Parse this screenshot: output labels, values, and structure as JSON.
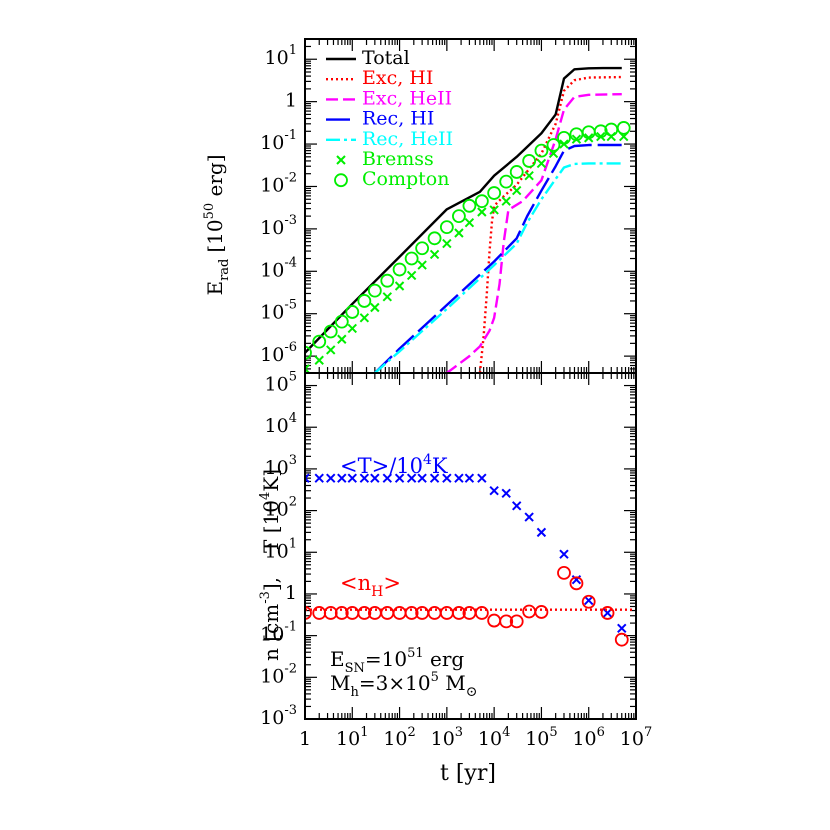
{
  "chart_data": [
    {
      "type": "line",
      "panel": "top",
      "xscale": "log",
      "yscale": "log",
      "xlim": [
        1,
        10000000
      ],
      "ylim": [
        4e-07,
        30
      ],
      "ylabel_main": "E",
      "ylabel_sub": "rad",
      "ylabel_unit": "[10",
      "ylabel_unit_exp": "50",
      "ylabel_unit_tail": " erg]",
      "yticks": [
        {
          "v": 1e-06,
          "base": "10",
          "exp": "-6"
        },
        {
          "v": 1e-05,
          "base": "10",
          "exp": "-5"
        },
        {
          "v": 0.0001,
          "base": "10",
          "exp": "-4"
        },
        {
          "v": 0.001,
          "base": "10",
          "exp": "-3"
        },
        {
          "v": 0.01,
          "base": "10",
          "exp": "-2"
        },
        {
          "v": 0.1,
          "base": "10",
          "exp": "-1"
        },
        {
          "v": 1,
          "base": "1",
          "exp": ""
        },
        {
          "v": 10,
          "base": "10",
          "exp": "1"
        }
      ],
      "series": [
        {
          "name": "Total",
          "kind": "line",
          "color": "#000000",
          "dash": "solid",
          "x": [
            1,
            10,
            100,
            1000,
            5000,
            10000,
            30000,
            100000,
            200000,
            300000,
            500000,
            1000000,
            2000000,
            5000000
          ],
          "y": [
            1.2e-06,
            1.7e-05,
            0.00022,
            0.0029,
            0.0075,
            0.018,
            0.05,
            0.18,
            0.5,
            3.5,
            5.8,
            6.1,
            6.2,
            6.2
          ]
        },
        {
          "name": "Exc, HI",
          "kind": "line",
          "color": "#ff0000",
          "dash": "dot",
          "x": [
            5000,
            6000,
            7000,
            8000,
            9000,
            10000,
            15000,
            30000,
            100000,
            200000,
            300000,
            500000,
            1000000,
            5000000
          ],
          "y": [
            4e-07,
            3e-06,
            3e-05,
            0.0003,
            0.0015,
            0.0035,
            0.0055,
            0.011,
            0.06,
            0.3,
            1.8,
            3.2,
            3.7,
            3.8
          ]
        },
        {
          "name": "Exc, HeII",
          "kind": "line",
          "color": "#ff00ff",
          "dash": "dash",
          "x": [
            1000,
            3000,
            5000,
            8000,
            10000,
            13000,
            16000,
            20000,
            40000,
            100000,
            200000,
            300000,
            500000,
            1000000,
            5000000
          ],
          "y": [
            4e-07,
            1e-06,
            1.7e-06,
            4e-06,
            8e-06,
            5e-05,
            0.0005,
            0.0028,
            0.0045,
            0.014,
            0.13,
            0.65,
            1.3,
            1.45,
            1.5
          ]
        },
        {
          "name": "Rec, HI",
          "kind": "line",
          "color": "#0000ff",
          "dash": "longdash",
          "x": [
            30,
            100,
            1000,
            10000,
            30000,
            50000,
            100000,
            200000,
            300000,
            500000,
            1000000,
            5000000
          ],
          "y": [
            4e-07,
            1.5e-06,
            1.6e-05,
            0.00017,
            0.0006,
            0.002,
            0.008,
            0.03,
            0.07,
            0.09,
            0.095,
            0.095
          ]
        },
        {
          "name": "Rec, HeII",
          "kind": "line",
          "color": "#00ffff",
          "dash": "dashdot",
          "x": [
            30,
            100,
            1000,
            10000,
            30000,
            50000,
            100000,
            200000,
            300000,
            500000,
            1000000,
            5000000
          ],
          "y": [
            4e-07,
            1.3e-06,
            1.3e-05,
            0.00014,
            0.00045,
            0.0014,
            0.005,
            0.015,
            0.028,
            0.034,
            0.035,
            0.035
          ]
        },
        {
          "name": "Bremss",
          "kind": "cross",
          "color": "#00ee00",
          "x": [
            1,
            2,
            3.5,
            6,
            10,
            18,
            30,
            55,
            100,
            180,
            300,
            550,
            1000,
            1800,
            3000,
            5500,
            10000,
            18000,
            30000,
            55000,
            100000,
            180000,
            300000,
            550000,
            1000000,
            1800000,
            3000000,
            5500000
          ],
          "y": [
            5e-07,
            8e-07,
            1.4e-06,
            2.5e-06,
            4.5e-06,
            8e-06,
            1.4e-05,
            2.5e-05,
            4.5e-05,
            8e-05,
            0.00014,
            0.00025,
            0.00045,
            0.0008,
            0.0014,
            0.0025,
            0.0028,
            0.0045,
            0.008,
            0.018,
            0.035,
            0.06,
            0.1,
            0.13,
            0.14,
            0.15,
            0.15,
            0.15
          ]
        },
        {
          "name": "Compton",
          "kind": "circle",
          "color": "#00ee00",
          "x": [
            1,
            2,
            3.5,
            6,
            10,
            18,
            30,
            55,
            100,
            180,
            300,
            550,
            1000,
            1800,
            3000,
            5500,
            10000,
            18000,
            30000,
            55000,
            100000,
            180000,
            300000,
            550000,
            1000000,
            1800000,
            3000000,
            5500000
          ],
          "y": [
            1.2e-06,
            2.2e-06,
            3.8e-06,
            6.5e-06,
            1.1e-05,
            2e-05,
            3.5e-05,
            6e-05,
            0.00011,
            0.0002,
            0.00035,
            0.0006,
            0.0011,
            0.002,
            0.0035,
            0.0045,
            0.007,
            0.013,
            0.022,
            0.04,
            0.07,
            0.095,
            0.14,
            0.17,
            0.19,
            0.2,
            0.22,
            0.24
          ]
        }
      ]
    },
    {
      "type": "scatter",
      "panel": "bottom",
      "xscale": "log",
      "yscale": "log",
      "xlim": [
        1,
        10000000
      ],
      "ylim": [
        0.001,
        200000
      ],
      "xlabel": "t [yr]",
      "ylabel_n": "n [cm",
      "ylabel_n_exp": "-3",
      "ylabel_n_tail": "],",
      "ylabel_T": "T [10",
      "ylabel_T_exp": "4",
      "ylabel_T_tail": "K]",
      "xticks": [
        {
          "v": 1,
          "base": "1",
          "exp": ""
        },
        {
          "v": 10,
          "base": "10",
          "exp": "1"
        },
        {
          "v": 100,
          "base": "10",
          "exp": "2"
        },
        {
          "v": 1000,
          "base": "10",
          "exp": "3"
        },
        {
          "v": 10000,
          "base": "10",
          "exp": "4"
        },
        {
          "v": 100000,
          "base": "10",
          "exp": "5"
        },
        {
          "v": 1000000,
          "base": "10",
          "exp": "6"
        },
        {
          "v": 10000000,
          "base": "10",
          "exp": "7"
        }
      ],
      "yticks": [
        {
          "v": 0.001,
          "base": "10",
          "exp": "-3"
        },
        {
          "v": 0.01,
          "base": "10",
          "exp": "-2"
        },
        {
          "v": 0.1,
          "base": "10",
          "exp": "-1"
        },
        {
          "v": 1,
          "base": "1",
          "exp": ""
        },
        {
          "v": 10,
          "base": "10",
          "exp": "1"
        },
        {
          "v": 100,
          "base": "10",
          "exp": "2"
        },
        {
          "v": 1000,
          "base": "10",
          "exp": "3"
        },
        {
          "v": 10000,
          "base": "10",
          "exp": "4"
        },
        {
          "v": 100000,
          "base": "10",
          "exp": "5"
        }
      ],
      "series": [
        {
          "name": "<T>/10",
          "name_exp": "4",
          "name_tail": "K",
          "kind": "cross",
          "color": "#0000ff",
          "x": [
            1,
            2,
            3.5,
            6,
            10,
            18,
            30,
            55,
            100,
            180,
            300,
            550,
            1000,
            1800,
            3000,
            5500,
            10000,
            18000,
            30000,
            55000,
            100000,
            300000,
            550000,
            1000000,
            2500000,
            5000000
          ],
          "y": [
            600,
            600,
            600,
            600,
            600,
            600,
            600,
            600,
            600,
            600,
            600,
            600,
            600,
            600,
            600,
            600,
            300,
            260,
            130,
            70,
            30,
            9,
            2.2,
            0.7,
            0.35,
            0.15
          ]
        },
        {
          "name": "<n",
          "name_sub": "H",
          "name_tail": ">",
          "kind": "circle",
          "color": "#ff0000",
          "x": [
            1,
            2,
            3.5,
            6,
            10,
            18,
            30,
            55,
            100,
            180,
            300,
            550,
            1000,
            1800,
            3000,
            5500,
            10000,
            18000,
            30000,
            55000,
            100000,
            300000,
            550000,
            1000000,
            2500000,
            5000000
          ],
          "y": [
            0.35,
            0.35,
            0.35,
            0.35,
            0.35,
            0.35,
            0.35,
            0.35,
            0.35,
            0.35,
            0.35,
            0.35,
            0.35,
            0.35,
            0.35,
            0.35,
            0.23,
            0.22,
            0.22,
            0.38,
            0.37,
            3.2,
            1.8,
            0.65,
            0.35,
            0.08
          ]
        },
        {
          "name": "",
          "kind": "line",
          "color": "#ff0000",
          "dash": "dot",
          "x": [
            1,
            10000000
          ],
          "y": [
            0.42,
            0.42
          ]
        }
      ],
      "annotations": {
        "esn_lhs": "E",
        "esn_sub": "SN",
        "esn_eq": "=10",
        "esn_exp": "51",
        "esn_tail": " erg",
        "mh_lhs": "M",
        "mh_sub": "h",
        "mh_eq": "=3×10",
        "mh_exp": "5",
        "mh_tail": " M",
        "mh_sun_sub": "⊙"
      }
    }
  ]
}
